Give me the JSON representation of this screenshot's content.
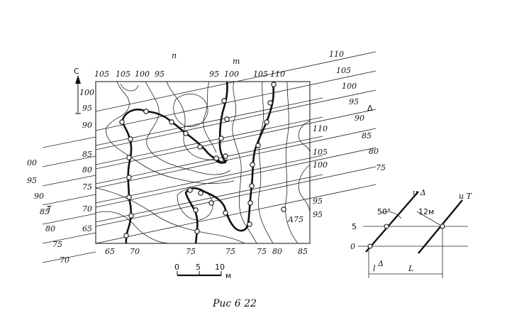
{
  "figure": {
    "caption": "Рис 6 22",
    "axis_letter": "С",
    "series_labels": [
      "Т",
      "Δ",
      "m",
      "n"
    ],
    "top_labels": [
      "105",
      "105",
      "100",
      "95",
      "95",
      "100",
      "105",
      "110"
    ],
    "left_labels": [
      "100",
      "95",
      "90",
      "85",
      "80",
      "75",
      "70",
      "65"
    ],
    "bottom_labels": [
      "65",
      "70",
      "75",
      "75",
      "75",
      "80",
      "85"
    ],
    "right_inner_labels": [
      "110",
      "105",
      "100",
      "95",
      "95"
    ],
    "right_outer_labels": [
      "110",
      "105",
      "100",
      "95",
      "90",
      "85",
      "80",
      "75"
    ],
    "left_outer_labels": [
      "00",
      "95",
      "90",
      "85",
      "80",
      "75",
      "70"
    ],
    "point_label": "A75",
    "scale": {
      "ticks": [
        "0",
        "5",
        "10"
      ],
      "unit": "м"
    }
  },
  "inset": {
    "levels": [
      "5",
      "0"
    ],
    "angle_label": "50°",
    "distance_label": "12м",
    "l_label": "l",
    "l_sup": "Δ",
    "L_label": "L",
    "series": [
      "u Δ",
      "u T"
    ]
  }
}
